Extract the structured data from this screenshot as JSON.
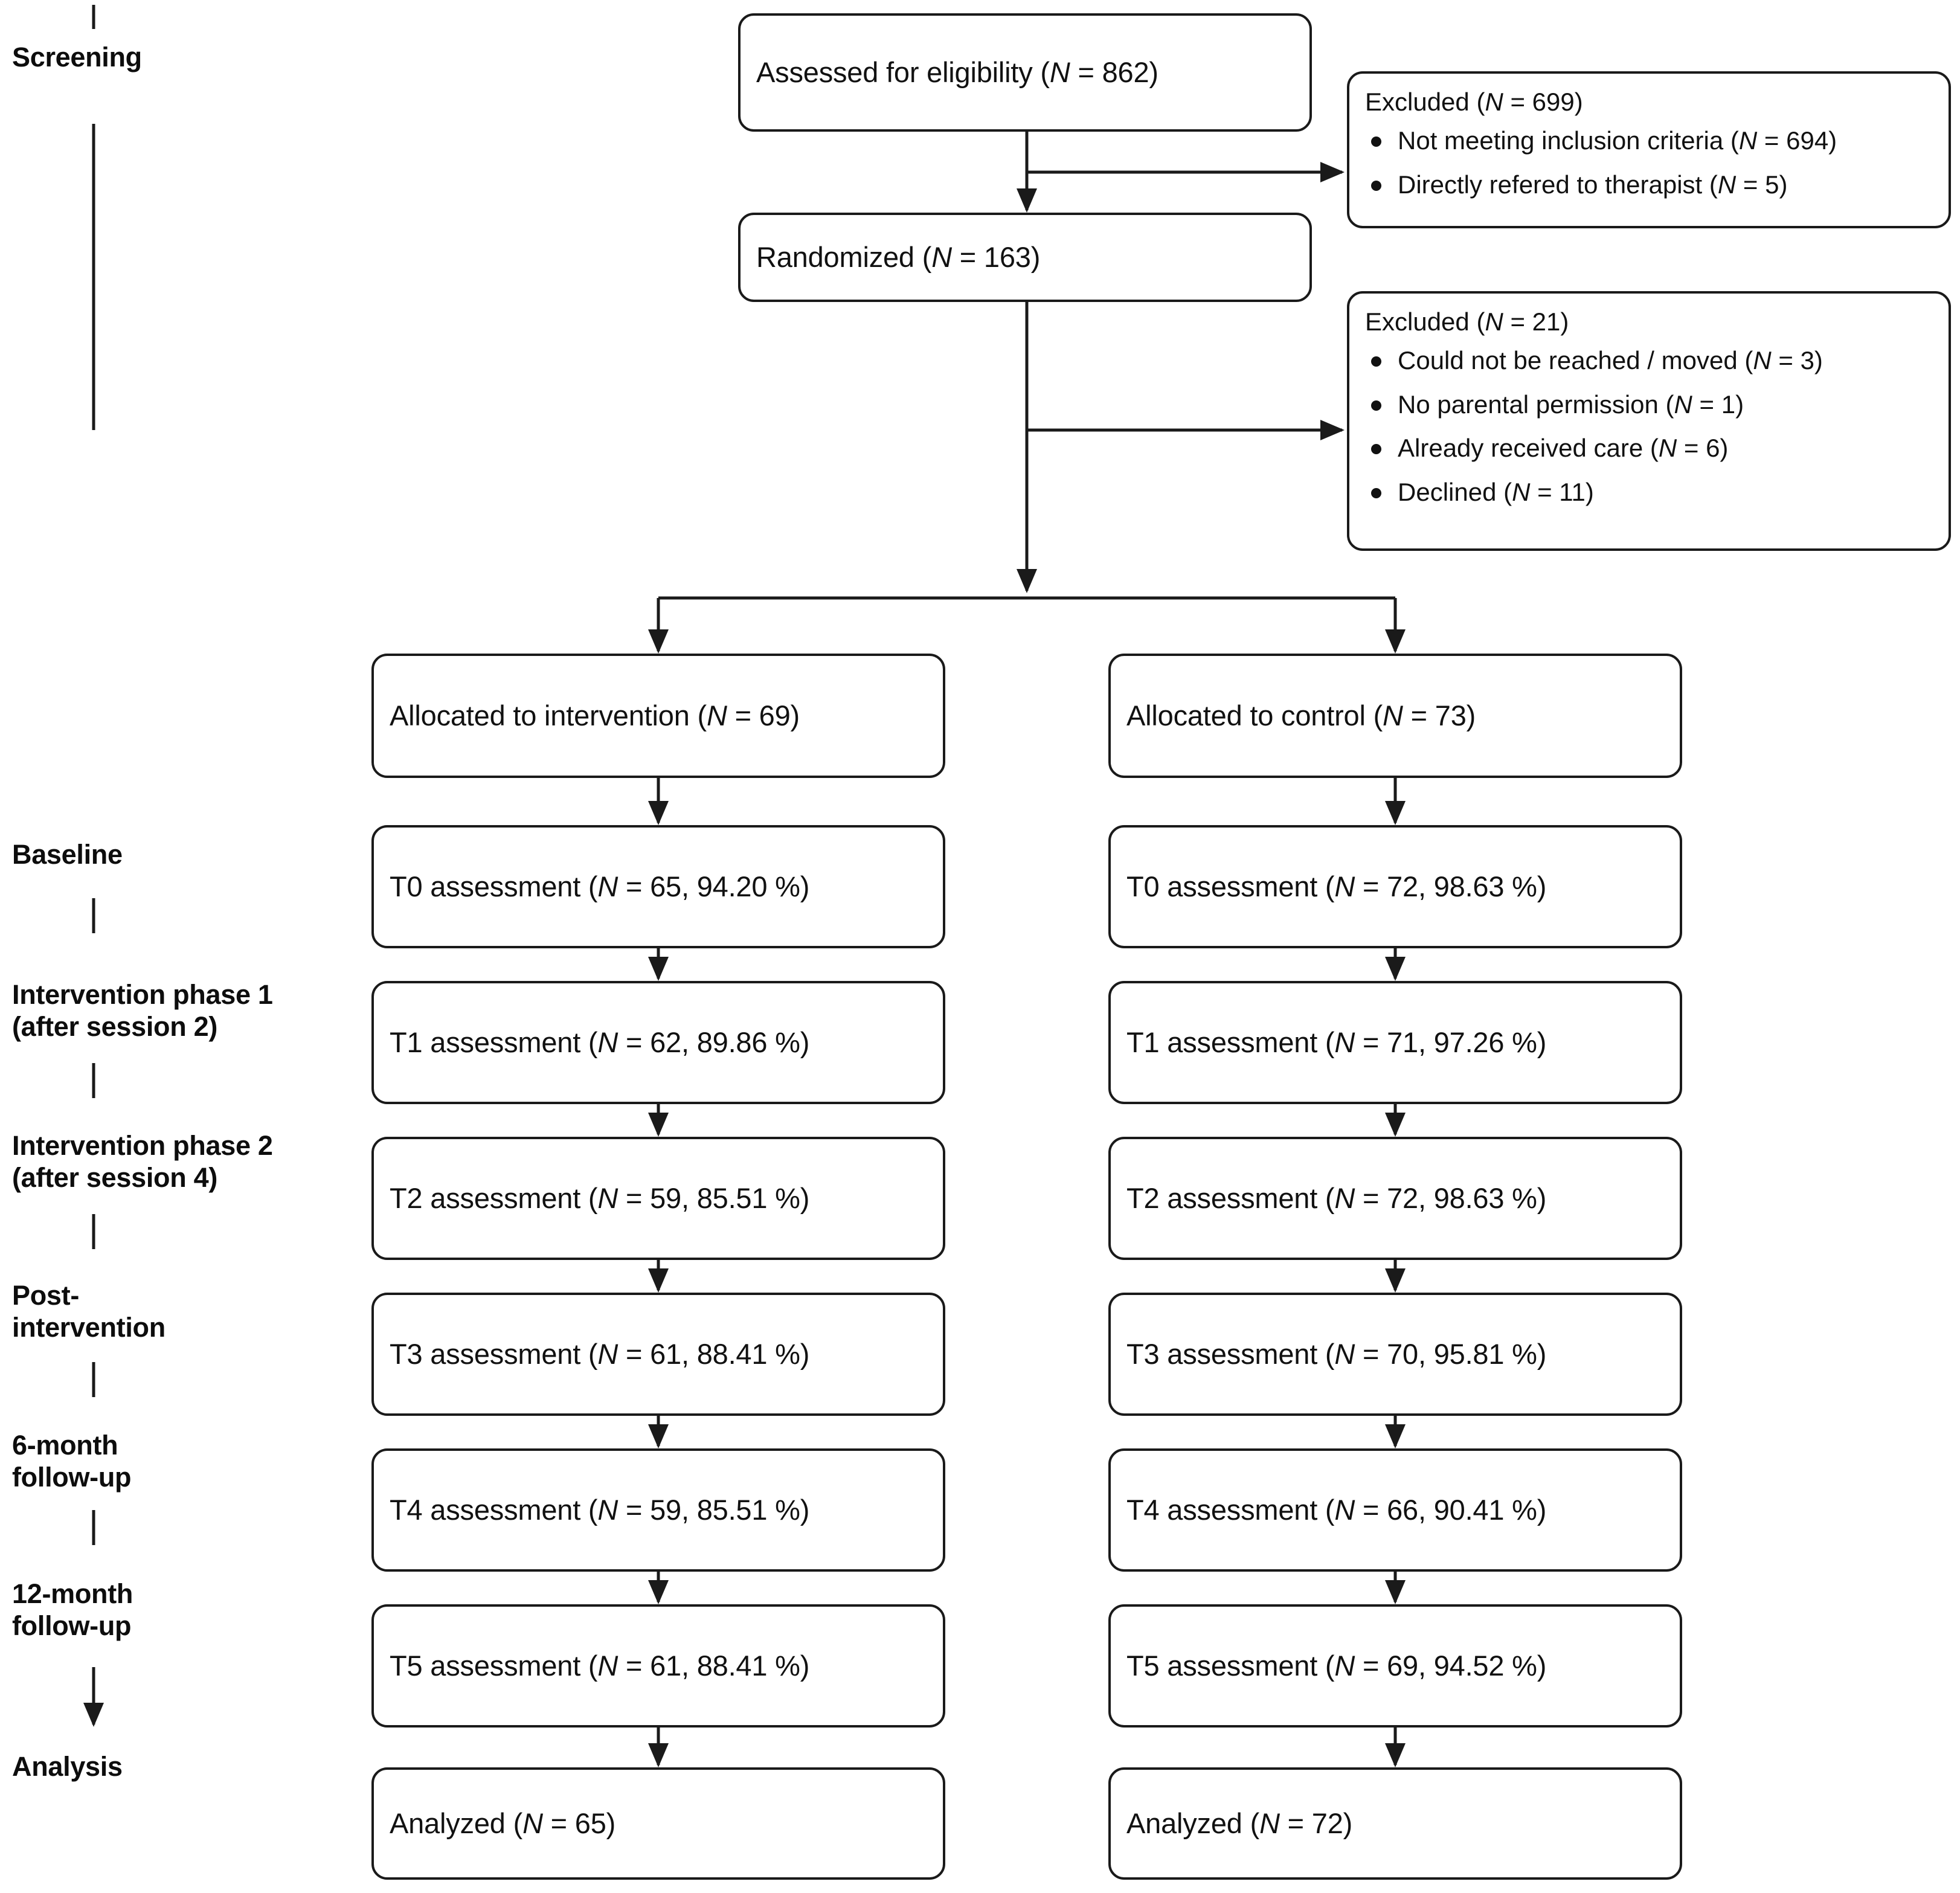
{
  "diagram": {
    "title": "CONSORT participant flow diagram",
    "accent_color": "#1a1a1a",
    "background_color": "#ffffff"
  },
  "stages": [
    {
      "key": "screening",
      "label": "Screening"
    },
    {
      "key": "baseline",
      "label": "Baseline"
    },
    {
      "key": "phase1",
      "label": "Intervention phase 1\n(after session 2)"
    },
    {
      "key": "phase2",
      "label": "Intervention phase 2\n(after session 4)"
    },
    {
      "key": "post",
      "label": "Post-\nintervention"
    },
    {
      "key": "fu6",
      "label": "6-month\nfollow-up"
    },
    {
      "key": "fu12",
      "label": "12-month\nfollow-up"
    },
    {
      "key": "analysis",
      "label": "Analysis"
    }
  ],
  "enrollment": {
    "assessed": {
      "text_before": "Assessed for eligibility (",
      "italic": "N",
      "text_after": " = 862)"
    },
    "randomized": {
      "text_before": "Randomized (",
      "italic": "N",
      "text_after": " = 163)"
    }
  },
  "excluded_screening": {
    "heading_before": "Excluded (",
    "heading_italic": "N",
    "heading_after": " = 699)",
    "reasons": [
      {
        "text_before": "Not meeting inclusion criteria (",
        "italic": "N",
        "text_after": " = 694)"
      },
      {
        "text_before": "Directly refered to therapist (",
        "italic": "N",
        "text_after": " = 5)"
      }
    ]
  },
  "excluded_randomization": {
    "heading_before": "Excluded (",
    "heading_italic": "N",
    "heading_after": " = 21)",
    "reasons": [
      {
        "text_before": "Could not be reached / moved (",
        "italic": "N",
        "text_after": " = 3)"
      },
      {
        "text_before": "No parental permission (",
        "italic": "N",
        "text_after": " = 1)"
      },
      {
        "text_before": "Already received care (",
        "italic": "N",
        "text_after": " = 6)"
      },
      {
        "text_before": "Declined (",
        "italic": "N",
        "text_after": " = 11)"
      }
    ]
  },
  "arms": {
    "intervention": {
      "name": "intervention",
      "allocation": {
        "text_before": "Allocated to intervention (",
        "italic": "N",
        "text_after": " = 69)"
      },
      "steps": [
        {
          "text_before": "T0 assessment (",
          "italic": "N",
          "text_after": " = 65, 94.20 %)"
        },
        {
          "text_before": "T1 assessment (",
          "italic": "N",
          "text_after": " = 62, 89.86 %)"
        },
        {
          "text_before": "T2 assessment (",
          "italic": "N",
          "text_after": " = 59, 85.51 %)"
        },
        {
          "text_before": "T3 assessment (",
          "italic": "N",
          "text_after": " = 61, 88.41 %)"
        },
        {
          "text_before": "T4 assessment (",
          "italic": "N",
          "text_after": " = 59, 85.51 %)"
        },
        {
          "text_before": "T5 assessment (",
          "italic": "N",
          "text_after": " = 61, 88.41 %)"
        }
      ],
      "analyzed": {
        "text_before": "Analyzed (",
        "italic": "N",
        "text_after": " = 65)"
      }
    },
    "control": {
      "name": "control",
      "allocation": {
        "text_before": "Allocated to control (",
        "italic": "N",
        "text_after": " = 73)"
      },
      "steps": [
        {
          "text_before": "T0 assessment (",
          "italic": "N",
          "text_after": " = 72, 98.63 %)"
        },
        {
          "text_before": "T1 assessment (",
          "italic": "N",
          "text_after": " = 71, 97.26 %)"
        },
        {
          "text_before": "T2 assessment (",
          "italic": "N",
          "text_after": " = 72, 98.63 %)"
        },
        {
          "text_before": "T3 assessment (",
          "italic": "N",
          "text_after": " = 70, 95.81 %)"
        },
        {
          "text_before": "T4 assessment (",
          "italic": "N",
          "text_after": " = 66, 90.41 %)"
        },
        {
          "text_before": "T5 assessment (",
          "italic": "N",
          "text_after": " = 69, 94.52 %)"
        }
      ],
      "analyzed": {
        "text_before": "Analyzed (",
        "italic": "N",
        "text_after": " = 72)"
      }
    }
  }
}
